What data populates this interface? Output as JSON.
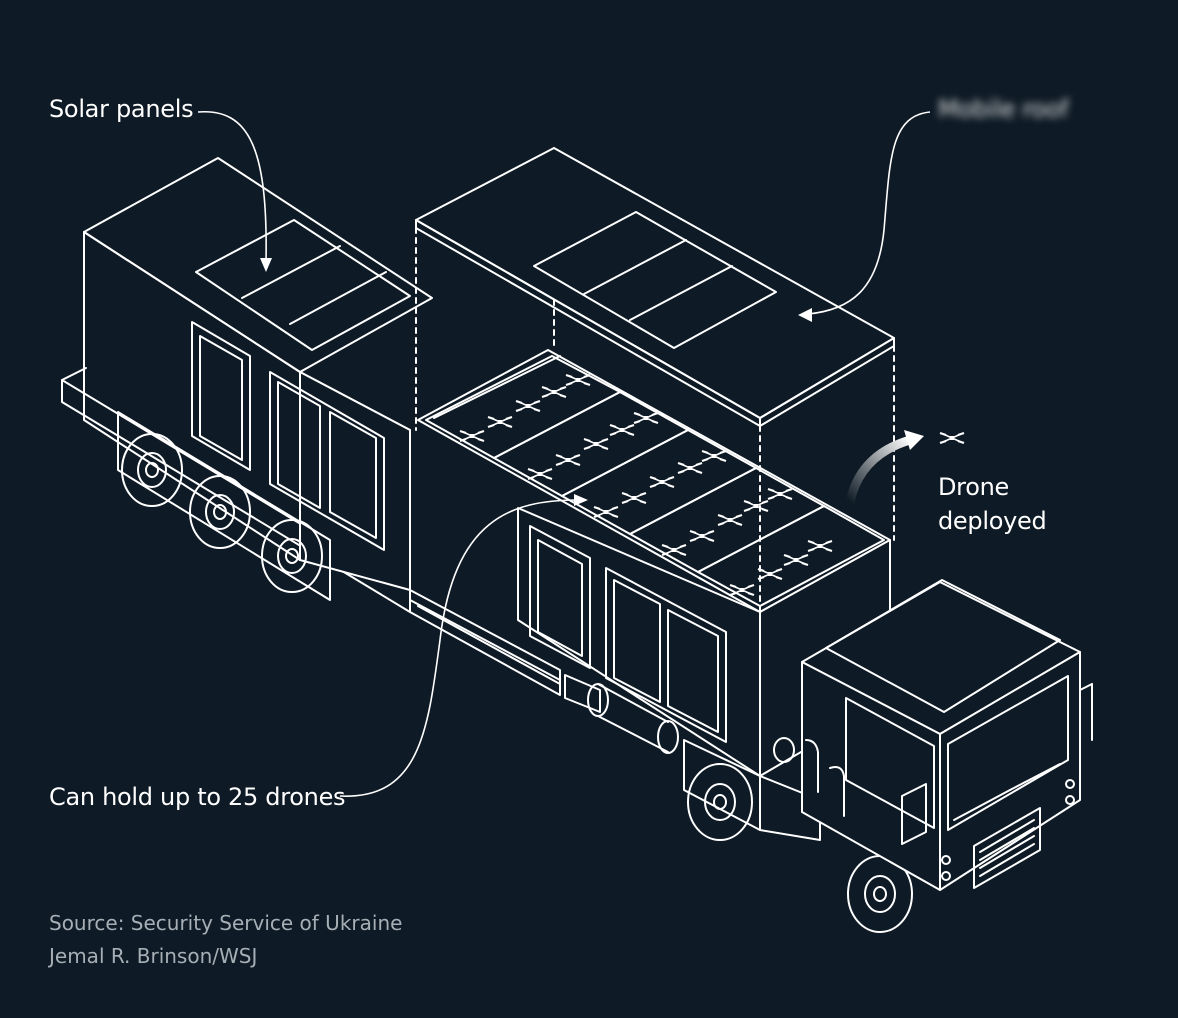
{
  "labels": {
    "solar_panels": "Solar panels",
    "top_callout": "Mobile roof",
    "drone_deployed_line1": "Drone",
    "drone_deployed_line2": "deployed",
    "capacity": "Can hold up to 25 drones"
  },
  "credits": {
    "source": "Source: Security Service of Ukraine",
    "artist": "Jemal R. Brinson/WSJ"
  },
  "colors": {
    "background": "#0e1a25",
    "line": "#ffffff",
    "muted_text": "#a7afb6"
  }
}
